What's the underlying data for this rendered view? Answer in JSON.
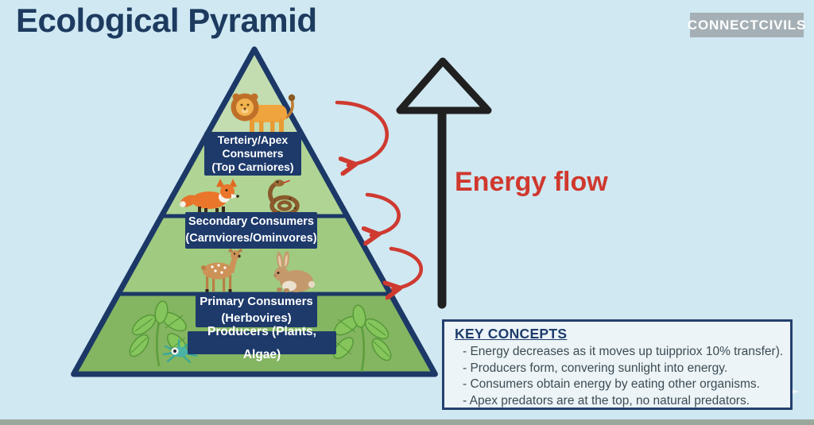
{
  "title": "Ecological Pyramid",
  "badge": "CONNECTCIVILS",
  "energy_flow_label": "Energy flow",
  "pyramid": {
    "tiers": [
      {
        "name": "tertiary-apex-consumers",
        "lines": [
          "Terteiry/Apex",
          "Consumers",
          "(Top Carniores)"
        ],
        "animals": [
          "lion"
        ],
        "color": "#c3ddb1"
      },
      {
        "name": "secondary-consumers",
        "lines": [
          "Secondary Consumers",
          "(Carnviores/Ominvores)"
        ],
        "animals": [
          "fox",
          "snake"
        ],
        "color": "#b0d494"
      },
      {
        "name": "primary-consumers",
        "lines": [
          "Primary Consumers",
          "(Herbovires)"
        ],
        "animals": [
          "deer",
          "rabbit"
        ],
        "color": "#a0ca7f"
      },
      {
        "name": "producers",
        "lines": [
          "Producers (Plants, Algae)"
        ],
        "animals": [
          "leaves",
          "algae",
          "leaves"
        ],
        "color": "#84b561"
      }
    ]
  },
  "key_concepts": {
    "title": "KEY CONCEPTS",
    "bullets": [
      "- Energy decreases as it moves up tuippriox 10% transfer).",
      "- Producers form, convering sunlight into energy.",
      "- Consumers obtain energy by eating other organisms.",
      "- Apex predators are at the top, no natural predators."
    ]
  },
  "colors": {
    "background": "#cfe8f2",
    "navy": "#1d3a6b",
    "red_accent": "#d0382e",
    "arrow_black": "#202020",
    "badge_bg": "#a4b0b5",
    "concepts_bg": "#ecf4f7",
    "concepts_text": "#3c4b54"
  }
}
